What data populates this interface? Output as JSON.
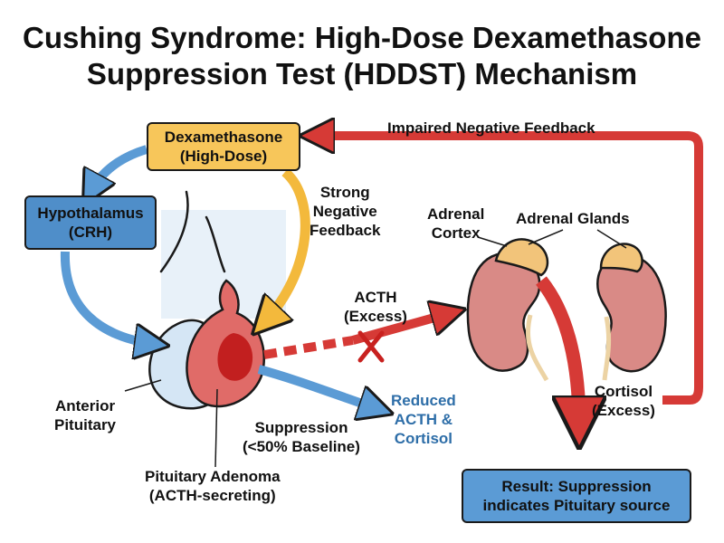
{
  "title": {
    "line1": "Cushing Syndrome: High-Dose Dexamethasone",
    "line2": "Suppression Test (HDDST) Mechanism"
  },
  "boxes": {
    "dexamethasone": {
      "line1": "Dexamethasone",
      "line2": "(High-Dose)"
    },
    "hypothalamus": {
      "line1": "Hypothalamus",
      "line2": "(CRH)"
    },
    "result": {
      "line1": "Result: Suppression",
      "line2": "indicates Pituitary source"
    }
  },
  "labels": {
    "impaired_feedback": "Impaired Negative Feedback",
    "strong_feedback": [
      "Strong",
      "Negative",
      "Feedback"
    ],
    "acth_excess": [
      "ACTH",
      "(Excess)"
    ],
    "adrenal_cortex": [
      "Adrenal",
      "Cortex"
    ],
    "adrenal_glands": "Adrenal Glands",
    "anterior_pituitary": [
      "Anterior",
      "Pituitary"
    ],
    "suppression": [
      "Suppression",
      "(<50% Baseline)"
    ],
    "reduced": [
      "Reduced",
      "ACTH &",
      "Cortisol"
    ],
    "pituitary_adenoma": [
      "Pituitary Adenoma",
      "(ACTH-secreting)"
    ],
    "cortisol_excess": [
      "Cortisol",
      "(Excess)"
    ]
  },
  "colors": {
    "dex_fill": "#f7c65a",
    "blue_fill": "#4f8ec9",
    "result_fill": "#5b9bd5",
    "red_arrow": "#d63a36",
    "blue_arrow": "#5b9bd5",
    "yellow_arrow": "#f3b93c",
    "kidney": "#d98a86",
    "adrenal": "#f2c47a",
    "reduced_text": "#2e6ea8"
  }
}
